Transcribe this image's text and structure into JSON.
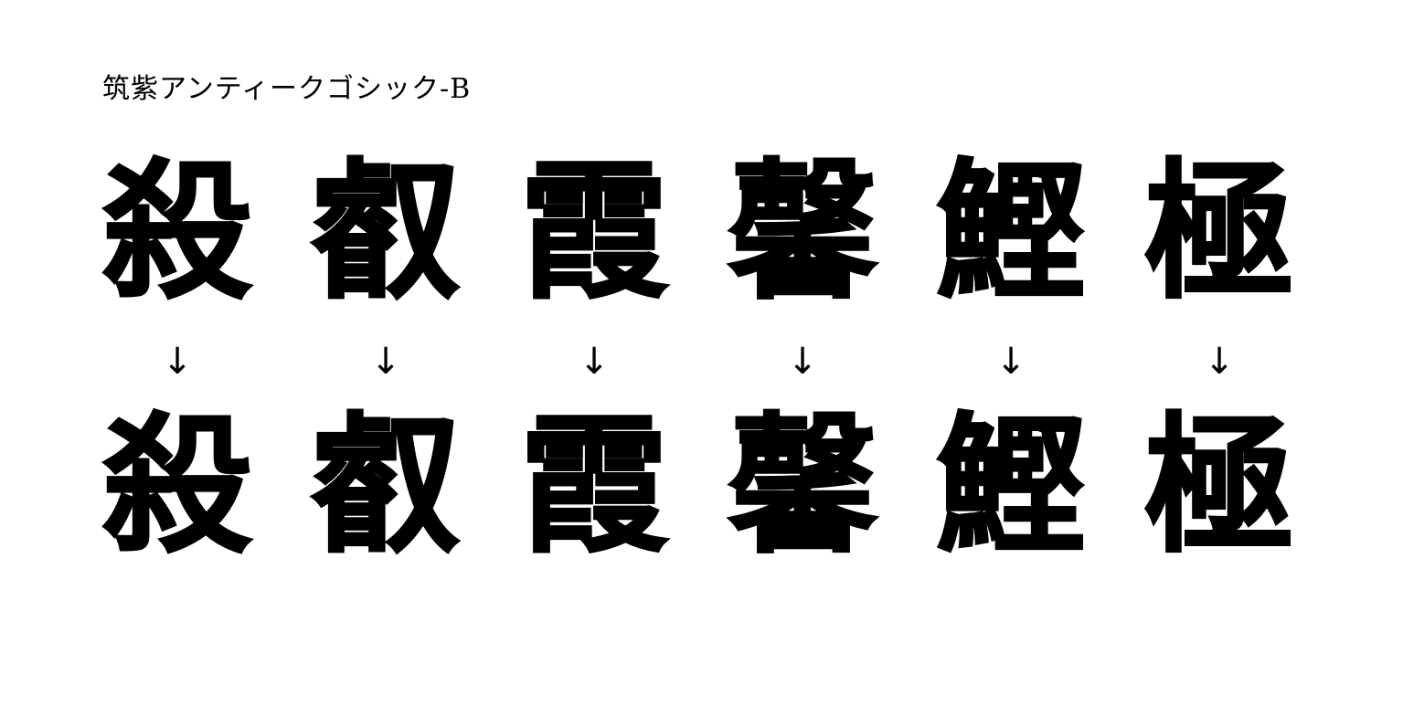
{
  "caption": "筑紫アンティークゴシック-B",
  "glyphs_before": [
    "殺",
    "叡",
    "霞",
    "馨",
    "鰹",
    "極"
  ],
  "arrow": "↓",
  "glyphs_after": [
    "殺",
    "叡",
    "霞",
    "馨",
    "鰹",
    "極"
  ]
}
